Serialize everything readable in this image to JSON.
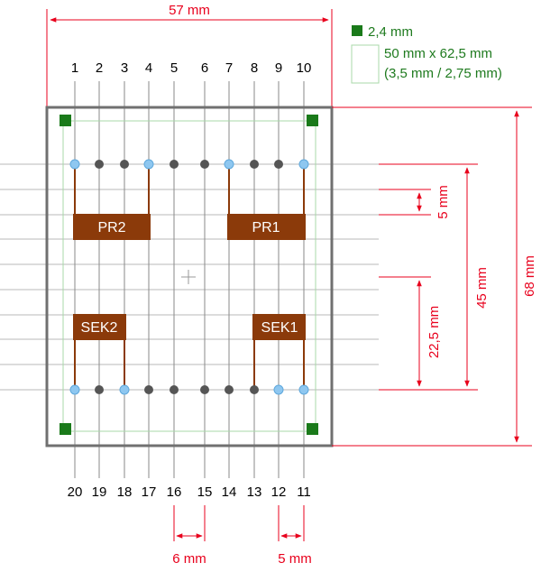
{
  "colors": {
    "dimension": "#e8001c",
    "winding": "#8b3a0a",
    "pad_power": "#8ec7f0",
    "pad_normal": "#555555",
    "mount_pad": "#1a7a1a",
    "board_outline": "#707070",
    "legend_text": "#1e7a1e",
    "grid": "#b8b8b8"
  },
  "legend": {
    "pad_size": "2,4 mm",
    "area_size": "50 mm x 62,5 mm",
    "area_sub": "(3,5 mm / 2,75 mm)"
  },
  "dimensions": {
    "width": "57 mm",
    "height": "68 mm",
    "row_distance": "45 mm",
    "center_to_row": "22,5 mm",
    "winding_gap": "5 mm",
    "bottom_pitch_a": "6 mm",
    "bottom_pitch_b": "5 mm"
  },
  "pins_top": [
    "1",
    "2",
    "3",
    "4",
    "5",
    "6",
    "7",
    "8",
    "9",
    "10"
  ],
  "pins_bottom": [
    "20",
    "19",
    "18",
    "17",
    "16",
    "15",
    "14",
    "13",
    "12",
    "11"
  ],
  "windings": {
    "pr2": "PR2",
    "pr1": "PR1",
    "sek2": "SEK2",
    "sek1": "SEK1"
  }
}
